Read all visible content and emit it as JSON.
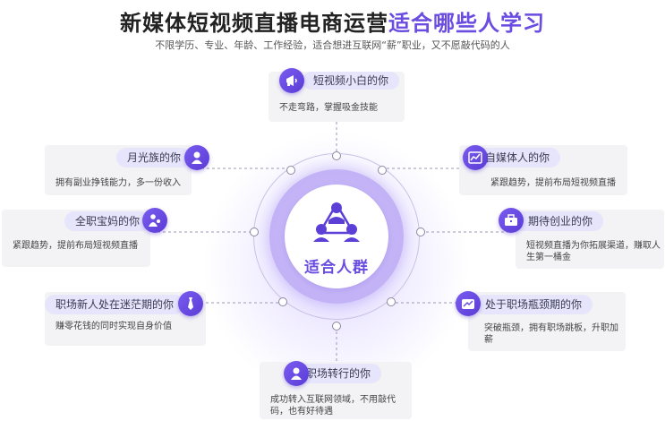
{
  "header": {
    "title_main": "新媒体短视频直播电商运营",
    "title_highlight": "适合哪些人学习",
    "subtitle": "不限学历、专业、年龄、工作经验，适合想进互联网“薪”职业，又不愿敲代码的人"
  },
  "center": {
    "label": "适合人群",
    "icon": "people-network-icon"
  },
  "audiences": [
    {
      "title": "短视频小白的你",
      "desc": "不走弯路，掌握吸金技能",
      "icon": "megaphone-icon"
    },
    {
      "title": "自媒体人的你",
      "desc": "紧跟趋势，提前布局短视频直播",
      "icon": "chart-icon"
    },
    {
      "title": "期待创业的你",
      "desc": "短视频直播为你拓展渠道，赚取人生第一桶金",
      "icon": "briefcase-icon"
    },
    {
      "title": "处于职场瓶颈期的你",
      "desc": "突破瓶颈，拥有职场跳板，升职加薪",
      "icon": "growth-icon"
    },
    {
      "title": "职场转行的你",
      "desc": "成功转入互联网领域，不用敲代码，也有好待遇",
      "icon": "person-icon"
    },
    {
      "title": "职场新人处在迷茫期的你",
      "desc": "赚零花钱的同时实现自身价值",
      "icon": "tie-icon"
    },
    {
      "title": "全职宝妈的你",
      "desc": "紧跟趋势，提前布局短视频直播",
      "icon": "mother-icon"
    },
    {
      "title": "月光族的你",
      "desc": "拥有副业挣钱能力，多一份收入",
      "icon": "user-icon"
    }
  ],
  "colors": {
    "accent": "#6a4ce0",
    "pill": "#e6e5fb",
    "card": "#f3f3f5"
  }
}
